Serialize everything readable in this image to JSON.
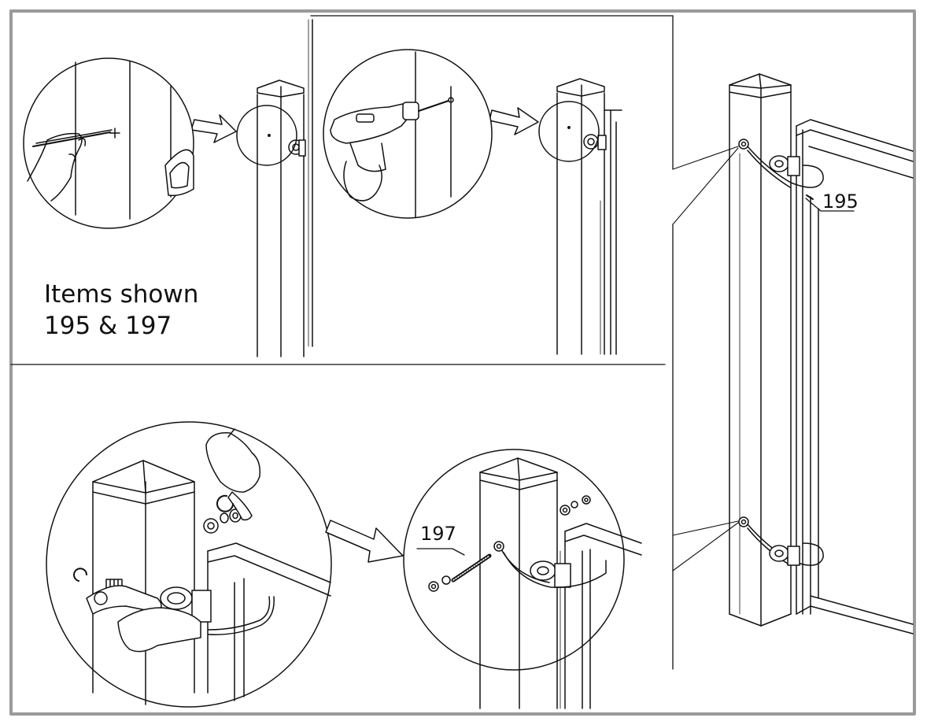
{
  "caption": {
    "line1": "Items shown",
    "line2": "195 & 197"
  },
  "callouts": {
    "part_195": "195",
    "part_197": "197"
  },
  "steps": [
    "mark-hole-position",
    "drill-hole",
    "fit-stud-and-cable-loop",
    "tighten-nuts"
  ],
  "colors": {
    "frame": "#9a9a9a",
    "ink": "#111111",
    "fill": "#ffffff"
  }
}
